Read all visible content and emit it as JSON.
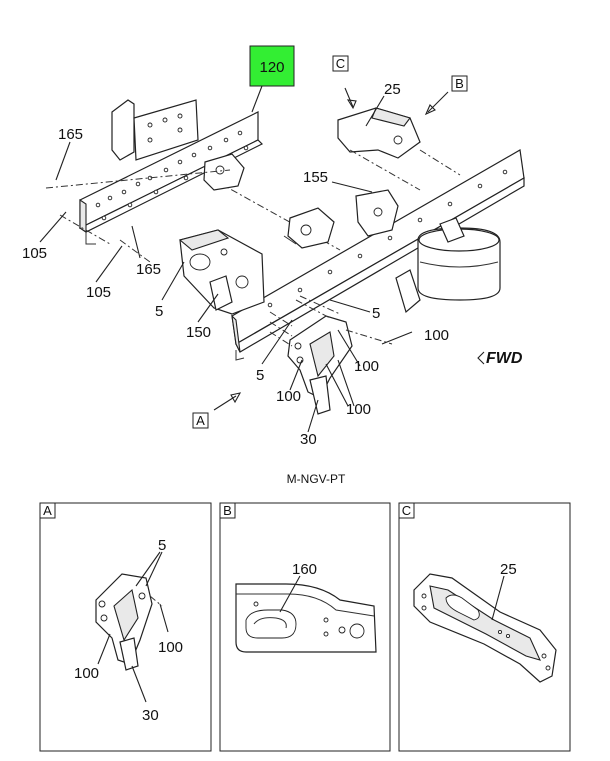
{
  "main_view": {
    "callouts": {
      "c120": "120",
      "c25": "25",
      "c165a": "165",
      "c155": "155",
      "c105a": "105",
      "c165b": "165",
      "c105b": "105",
      "c5a": "5",
      "c150": "150",
      "c5b": "5",
      "c100a": "100",
      "c100b": "100",
      "c5c": "5",
      "c100c": "100",
      "c100d": "100",
      "c30": "30"
    },
    "detail_refs": {
      "a": "A",
      "b": "B",
      "c": "C"
    },
    "fwd_label": "FWD",
    "highlight_color": "#33ee33"
  },
  "caption": "M-NGV-PT",
  "detail_a": {
    "label": "A",
    "callouts": {
      "c5": "5",
      "c100r": "100",
      "c100l": "100",
      "c30": "30"
    }
  },
  "detail_b": {
    "label": "B",
    "callouts": {
      "c160": "160"
    }
  },
  "detail_c": {
    "label": "C",
    "callouts": {
      "c25": "25"
    }
  }
}
